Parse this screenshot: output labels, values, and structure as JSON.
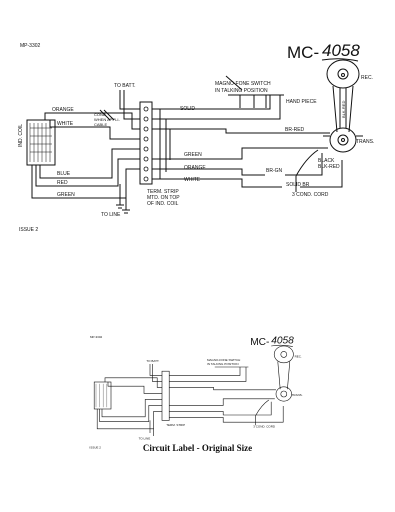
{
  "diagram": {
    "drawing_no": "MP-3302",
    "title_prefix": "MC-",
    "title_number": "4058",
    "issue": "ISSUE 2",
    "labels": {
      "to_batt": "TO BATT.",
      "switch_line1": "MAGNO-FONE SWITCH",
      "switch_line2": "IN TALKING POSITION",
      "rec": "REC.",
      "hand_piece": "HAND PIECE",
      "trans": "TRANS.",
      "ind_coil": "IND. COIL",
      "cond_line1": "COND.",
      "cond_line2": "WHEN APPLI-",
      "cond_line3": "CABLE",
      "term_strip_line1": "TERM. STRIP",
      "term_strip_line2": "MTD. ON TOP",
      "term_strip_line3": "OF IND. COIL",
      "to_line": "TO LINE",
      "cord": "3 COND. CORD",
      "black": "BLACK",
      "blk_red": "BLK-RED",
      "bk_red_vert": "BLK-RED"
    },
    "wires": {
      "orange": "ORANGE",
      "white": "WHITE",
      "solid": "SOLID",
      "br_red": "BR-RED",
      "green": "GREEN",
      "blue": "BLUE",
      "red": "RED",
      "br_gn": "BR-GN",
      "solid_br": "SOLID BR"
    }
  },
  "caption": "Circuit Label - Original Size"
}
